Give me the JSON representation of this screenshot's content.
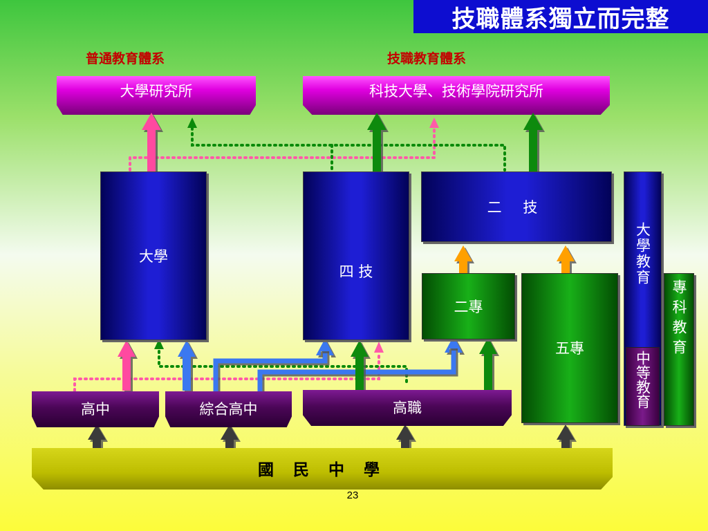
{
  "title": "技職體系獨立而完整",
  "systems": {
    "general": "普通教育體系",
    "vocational": "技職教育體系"
  },
  "top_boxes": {
    "grad_school": "大學研究所",
    "tech_grad": "科技大學、技術學院研究所"
  },
  "boxes": {
    "university": "大學",
    "four_tech": "四 技",
    "two_tech": "二 技",
    "two_junior": "二專",
    "five_junior": "五專",
    "higher_education": "大學教育",
    "junior_college_education": "專科教育",
    "secondary_education": "中等教育"
  },
  "high_schools": {
    "senior_high": "高中",
    "comprehensive_high": "綜合高中",
    "vocational_high": "高職"
  },
  "junior_high": "國 民 中 學",
  "page_number": "23",
  "colors": {
    "title_bg": "#0d0dd0",
    "system_label": "#c40000",
    "arrow_pink": "#ff4aa0",
    "arrow_green": "#0a8a0a",
    "arrow_blue": "#3a78f0",
    "arrow_orange": "#ffa000",
    "arrow_dark": "#3a3a3a"
  }
}
